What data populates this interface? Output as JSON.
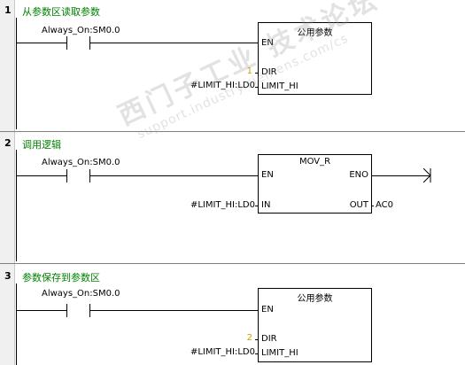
{
  "networks": [
    {
      "number": "1",
      "comment": "从参数区读取参数",
      "contact_label": "Always_On:SM0.0",
      "box": {
        "title": "公用参数",
        "en": "EN",
        "in1_value": "1",
        "in1_pin": "DIR",
        "in2_operand": "#LIMIT_HI:LD0",
        "in2_pin": "LIMIT_HI"
      }
    },
    {
      "number": "2",
      "comment": "调用逻辑",
      "contact_label": "Always_On:SM0.0",
      "box": {
        "title": "MOV_R",
        "en": "EN",
        "eno": "ENO",
        "in_operand": "#LIMIT_HI:LD0",
        "in_pin": "IN",
        "out_pin": "OUT",
        "out_operand": "AC0"
      }
    },
    {
      "number": "3",
      "comment": "参数保存到参数区",
      "contact_label": "Always_On:SM0.0",
      "box": {
        "title": "公用参数",
        "en": "EN",
        "in1_value": "2",
        "in1_pin": "DIR",
        "in2_operand": "#LIMIT_HI:LD0",
        "in2_pin": "LIMIT_HI"
      }
    }
  ],
  "watermark": {
    "line1": "西门子工业 技术论坛",
    "line2": "support.industry.siemens.com/cs"
  },
  "colors": {
    "comment": "#008000",
    "constant": "#c8a000",
    "rail": "#000000"
  }
}
